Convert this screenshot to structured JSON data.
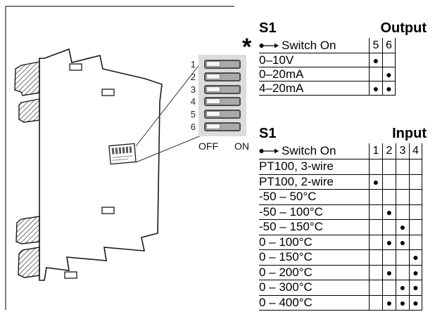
{
  "figure": {
    "asterisk": "*",
    "dip_panel": {
      "switch_numbers": [
        "1",
        "2",
        "3",
        "4",
        "5",
        "6"
      ],
      "off_label": "OFF",
      "on_label": "ON"
    },
    "tables": {
      "output": {
        "title": "S1",
        "heading": "Output",
        "switch_on_label": "Switch On",
        "columns": [
          "5",
          "6"
        ],
        "rows": [
          {
            "label": "0–10V",
            "cells": [
              "●",
              ""
            ]
          },
          {
            "label": "0–20mA",
            "cells": [
              "",
              "●"
            ]
          },
          {
            "label": "4–20mA",
            "cells": [
              "●",
              "●"
            ]
          }
        ]
      },
      "input": {
        "title": "S1",
        "heading": "Input",
        "switch_on_label": "Switch On",
        "columns": [
          "1",
          "2",
          "3",
          "4"
        ],
        "rows": [
          {
            "label": "PT100, 3-wire",
            "cells": [
              "",
              "",
              "",
              ""
            ]
          },
          {
            "label": "PT100, 2-wire",
            "cells": [
              "●",
              "",
              "",
              ""
            ]
          },
          {
            "label": "-50 – 50°C",
            "cells": [
              "",
              "",
              "",
              ""
            ]
          },
          {
            "label": "-50 – 100°C",
            "cells": [
              "",
              "●",
              "",
              ""
            ]
          },
          {
            "label": "-50 – 150°C",
            "cells": [
              "",
              "",
              "●",
              ""
            ]
          },
          {
            "label": "0 – 100°C",
            "cells": [
              "",
              "●",
              "●",
              ""
            ]
          },
          {
            "label": "0 – 150°C",
            "cells": [
              "",
              "",
              "",
              "●"
            ]
          },
          {
            "label": "0 – 200°C",
            "cells": [
              "",
              "●",
              "",
              "●"
            ]
          },
          {
            "label": "0 – 300°C",
            "cells": [
              "",
              "",
              "●",
              "●"
            ]
          },
          {
            "label": "0 – 400°C",
            "cells": [
              "",
              "●",
              "●",
              "●"
            ]
          }
        ]
      }
    }
  }
}
